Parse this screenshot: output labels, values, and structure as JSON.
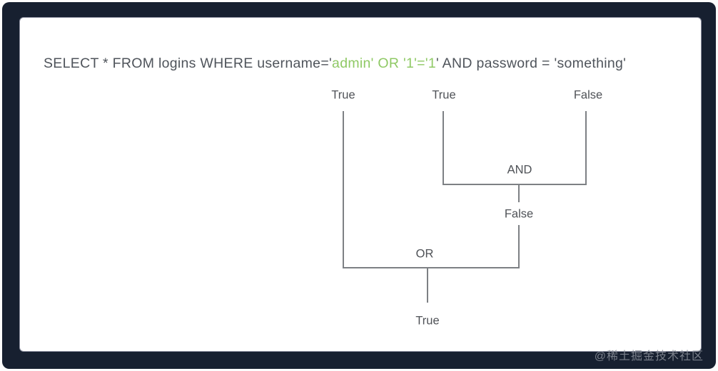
{
  "query": {
    "prefix": "SELECT * FROM logins WHERE username='",
    "injected": "admin' OR '1'='1",
    "suffix": "' AND password = 'something'",
    "text_color": "#4f545b",
    "injected_color": "#8fc965"
  },
  "diagram": {
    "leaves": [
      {
        "label": "True"
      },
      {
        "label": "True"
      },
      {
        "label": "False"
      }
    ],
    "and_node": {
      "operator": "AND",
      "result": "False"
    },
    "or_node": {
      "operator": "OR",
      "result": "True"
    },
    "line_color": "#7d8084"
  },
  "watermark": {
    "text": "@稀土掘金技术社区"
  },
  "frame_color": "#172030"
}
